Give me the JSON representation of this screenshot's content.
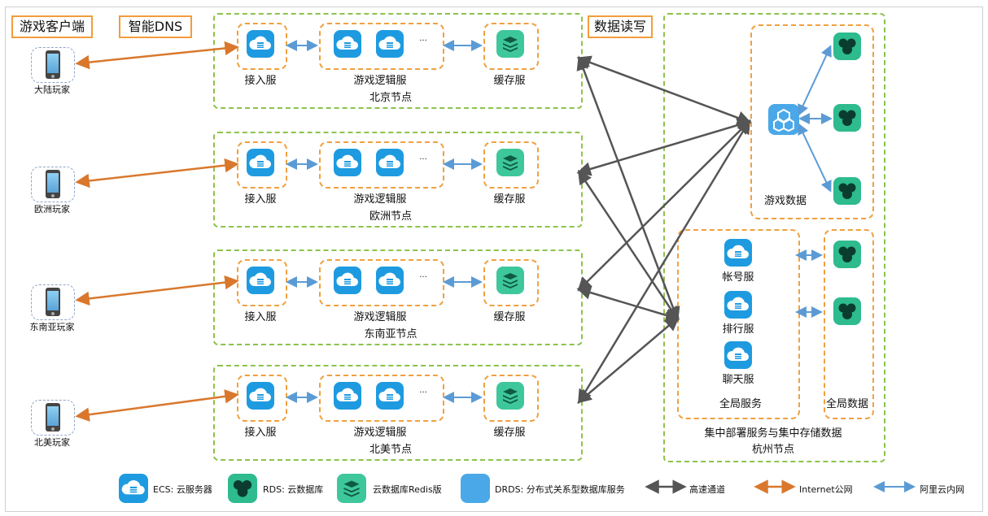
{
  "headers": {
    "client": "游戏客户端",
    "dns": "智能DNS",
    "data_rw": "数据读写"
  },
  "players": [
    {
      "label": "大陆玩家"
    },
    {
      "label": "欧洲玩家"
    },
    {
      "label": "东南亚玩家"
    },
    {
      "label": "北美玩家"
    }
  ],
  "regions": [
    {
      "node": "北京节点",
      "access": "接入服",
      "logic": "游戏逻辑服",
      "cache": "缓存服",
      "ellipsis": "..."
    },
    {
      "node": "欧洲节点",
      "access": "接入服",
      "logic": "游戏逻辑服",
      "cache": "缓存服",
      "ellipsis": "..."
    },
    {
      "node": "东南亚节点",
      "access": "接入服",
      "logic": "游戏逻辑服",
      "cache": "缓存服",
      "ellipsis": "..."
    },
    {
      "node": "北美节点",
      "access": "接入服",
      "logic": "游戏逻辑服",
      "cache": "缓存服",
      "ellipsis": "..."
    }
  ],
  "hangzhou": {
    "game_data": "游戏数据",
    "services": [
      "帐号服",
      "排行服",
      "聊天服"
    ],
    "global_services": "全局服务",
    "global_data": "全局数据",
    "caption": "集中部署服务与集中存储数据",
    "node": "杭州节点"
  },
  "legend": {
    "ecs": "ECS: 云服务器",
    "rds": "RDS: 云数据库",
    "redis": "云数据库Redis版",
    "drds": "DRDS: 分布式关系型数据库服务",
    "high_speed": "高速通道",
    "internet": "Internet公网",
    "intranet": "阿里云内网"
  },
  "colors": {
    "ecs": "#1e9be0",
    "rds": "#2ebb8e",
    "redis": "#3ec79b",
    "drds": "#4aa8e8",
    "internet_arrow": "#d9782d",
    "intranet_arrow": "#5b9bd5",
    "high_speed_arrow": "#555555",
    "region_border": "#8bc34a",
    "group_border": "#f0a040"
  }
}
